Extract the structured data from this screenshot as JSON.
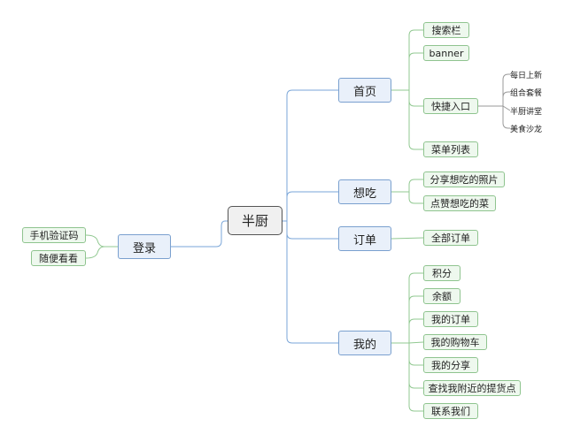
{
  "colors": {
    "blue_link": "#7aa6d8",
    "green_link": "#90c890",
    "gray_link": "#999999"
  },
  "root": {
    "label": "半厨"
  },
  "login": {
    "label": "登录",
    "children": [
      "手机验证码",
      "随便看看"
    ]
  },
  "home": {
    "label": "首页",
    "children": [
      "搜索栏",
      "banner",
      "快捷入口",
      "菜单列表"
    ],
    "shortcuts": [
      "每日上新",
      "组合套餐",
      "半厨讲堂",
      "美食沙龙"
    ]
  },
  "want": {
    "label": "想吃",
    "children": [
      "分享想吃的照片",
      "点赞想吃的菜"
    ]
  },
  "orders": {
    "label": "订单",
    "children": [
      "全部订单"
    ]
  },
  "mine": {
    "label": "我的",
    "children": [
      "积分",
      "余额",
      "我的订单",
      "我的购物车",
      "我的分享",
      "查找我附近的提货点",
      "联系我们"
    ]
  }
}
